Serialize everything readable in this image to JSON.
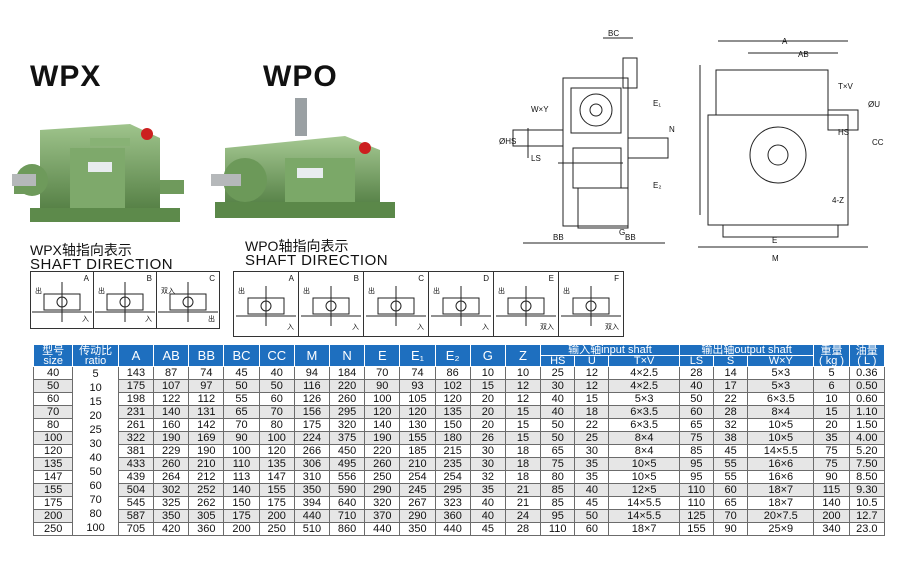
{
  "models": {
    "left": "WPX",
    "right": "WPO"
  },
  "shaft": {
    "wpx_cn": "WPX轴指向表示",
    "wpx_en": "SHAFT DIRECTION",
    "wpo_cn": "WPO轴指向表示",
    "wpo_en": "SHAFT DIRECTION"
  },
  "directions": {
    "wpx": [
      {
        "label": "A",
        "t1": "出",
        "t2": "入"
      },
      {
        "label": "B",
        "t1": "出",
        "t2": "入"
      },
      {
        "label": "C",
        "t1": "双入",
        "t2": "出"
      }
    ],
    "wpo": [
      {
        "label": "A",
        "t1": "出",
        "t2": "入"
      },
      {
        "label": "B",
        "t1": "出",
        "t2": "入"
      },
      {
        "label": "C",
        "t1": "出",
        "t2": "入"
      },
      {
        "label": "D",
        "t1": "出",
        "t2": "入"
      },
      {
        "label": "E",
        "t1": "出",
        "t2": "双入"
      },
      {
        "label": "F",
        "t1": "出",
        "t2": "双入"
      }
    ]
  },
  "drawing_labels": {
    "side": {
      "bc": "BC",
      "wxy": "W×Y",
      "hs": "ØHS",
      "ls": "LS",
      "g": "G",
      "bb1": "BB",
      "bb2": "BB",
      "n": "N",
      "e1": "E₁",
      "e2": "E₂"
    },
    "front": {
      "a": "A",
      "ab": "AB",
      "txv": "T×V",
      "u": "ØU",
      "hs": "HS",
      "cc": "CC",
      "e": "E",
      "m": "M",
      "fourz": "4-Z"
    }
  },
  "table": {
    "header": {
      "size_cn": "型号",
      "size_en": "size",
      "ratio_cn": "传动比",
      "ratio_en": "ratio",
      "cols": [
        "A",
        "AB",
        "BB",
        "BC",
        "CC",
        "M",
        "N",
        "E",
        "E₁",
        "E₂",
        "G",
        "Z"
      ],
      "input_group": "输入轴input shaft",
      "input_cols": [
        "HS",
        "U",
        "T×V"
      ],
      "output_group": "输出轴output shaft",
      "output_cols": [
        "LS",
        "S",
        "W×Y"
      ],
      "weight_cn": "重量",
      "weight_unit": "( kg )",
      "oil_cn": "油量",
      "oil_unit": "( L )"
    },
    "ratios": [
      "5",
      "10",
      "15",
      "20",
      "25",
      "30",
      "40",
      "50",
      "60",
      "70",
      "80",
      "100"
    ],
    "rows": [
      [
        "40",
        "143",
        "87",
        "74",
        "45",
        "40",
        "94",
        "184",
        "70",
        "74",
        "86",
        "10",
        "10",
        "25",
        "12",
        "4×2.5",
        "28",
        "14",
        "5×3",
        "5",
        "0.36"
      ],
      [
        "50",
        "175",
        "107",
        "97",
        "50",
        "50",
        "116",
        "220",
        "90",
        "93",
        "102",
        "15",
        "12",
        "30",
        "12",
        "4×2.5",
        "40",
        "17",
        "5×3",
        "6",
        "0.50"
      ],
      [
        "60",
        "198",
        "122",
        "112",
        "55",
        "60",
        "126",
        "260",
        "100",
        "105",
        "120",
        "20",
        "12",
        "40",
        "15",
        "5×3",
        "50",
        "22",
        "6×3.5",
        "10",
        "0.60"
      ],
      [
        "70",
        "231",
        "140",
        "131",
        "65",
        "70",
        "156",
        "295",
        "120",
        "120",
        "135",
        "20",
        "15",
        "40",
        "18",
        "6×3.5",
        "60",
        "28",
        "8×4",
        "15",
        "1.10"
      ],
      [
        "80",
        "261",
        "160",
        "142",
        "70",
        "80",
        "175",
        "320",
        "140",
        "130",
        "150",
        "20",
        "15",
        "50",
        "22",
        "6×3.5",
        "65",
        "32",
        "10×5",
        "20",
        "1.50"
      ],
      [
        "100",
        "322",
        "190",
        "169",
        "90",
        "100",
        "224",
        "375",
        "190",
        "155",
        "180",
        "26",
        "15",
        "50",
        "25",
        "8×4",
        "75",
        "38",
        "10×5",
        "35",
        "4.00"
      ],
      [
        "120",
        "381",
        "229",
        "190",
        "100",
        "120",
        "266",
        "450",
        "220",
        "185",
        "215",
        "30",
        "18",
        "65",
        "30",
        "8×4",
        "85",
        "45",
        "14×5.5",
        "75",
        "5.20"
      ],
      [
        "135",
        "433",
        "260",
        "210",
        "110",
        "135",
        "306",
        "495",
        "260",
        "210",
        "235",
        "30",
        "18",
        "75",
        "35",
        "10×5",
        "95",
        "55",
        "16×6",
        "75",
        "7.50"
      ],
      [
        "147",
        "439",
        "264",
        "212",
        "113",
        "147",
        "310",
        "556",
        "250",
        "254",
        "254",
        "32",
        "18",
        "80",
        "35",
        "10×5",
        "95",
        "55",
        "16×6",
        "90",
        "8.50"
      ],
      [
        "155",
        "504",
        "302",
        "252",
        "140",
        "155",
        "350",
        "590",
        "290",
        "245",
        "295",
        "35",
        "21",
        "85",
        "40",
        "12×5",
        "110",
        "60",
        "18×7",
        "115",
        "9.30"
      ],
      [
        "175",
        "545",
        "325",
        "262",
        "150",
        "175",
        "394",
        "640",
        "320",
        "267",
        "323",
        "40",
        "21",
        "85",
        "45",
        "14×5.5",
        "110",
        "65",
        "18×7",
        "140",
        "10.5"
      ],
      [
        "200",
        "587",
        "350",
        "305",
        "175",
        "200",
        "440",
        "710",
        "370",
        "290",
        "360",
        "40",
        "24",
        "95",
        "50",
        "14×5.5",
        "125",
        "70",
        "20×7.5",
        "200",
        "12.7"
      ],
      [
        "250",
        "705",
        "420",
        "360",
        "200",
        "250",
        "510",
        "860",
        "440",
        "350",
        "440",
        "45",
        "28",
        "110",
        "60",
        "18×7",
        "155",
        "90",
        "25×9",
        "340",
        "23.0"
      ]
    ]
  }
}
